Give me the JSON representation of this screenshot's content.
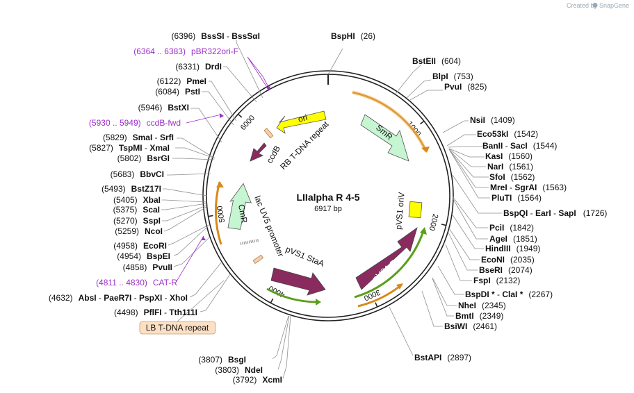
{
  "watermark": {
    "created_by": "Created by",
    "brand": "SnapGene"
  },
  "plasmid": {
    "name": "LIIalpha R 4-5",
    "size": "6917 bp"
  },
  "ticks": [
    {
      "bp": 1000,
      "label": "1000"
    },
    {
      "bp": 2000,
      "label": "2000"
    },
    {
      "bp": 3000,
      "label": "3000"
    },
    {
      "bp": 4000,
      "label": "4000"
    },
    {
      "bp": 5000,
      "label": "5000"
    },
    {
      "bp": 6000,
      "label": "6000"
    }
  ],
  "features": [
    {
      "name": "ori",
      "color": "#ffff00",
      "label": "ori"
    },
    {
      "name": "SmR",
      "color": "#c6f5d2",
      "label": "SmR"
    },
    {
      "name": "ccdB",
      "color": "#8a2b60",
      "label": "ccdB"
    },
    {
      "name": "RB T-DNA repeat",
      "color": "#f6d0a8",
      "label": "RB T-DNA repeat"
    },
    {
      "name": "CmR",
      "color": "#c6f5d2",
      "label": "CmR"
    },
    {
      "name": "lac UV5 promoter",
      "color": "#ffffff",
      "label": "lac UV5 promoter"
    },
    {
      "name": "pVS1 oriV",
      "color": "#ffff00",
      "label": "pVS1 oriV"
    },
    {
      "name": "pVS1 RepA",
      "color": "#8a2b60",
      "label": "pVS1 RepA"
    },
    {
      "name": "pVS1 StaA",
      "color": "#8a2b60",
      "label": "pVS1 StaA"
    },
    {
      "name": "LB T-DNA repeat",
      "color": "#f6d0a8",
      "label": "LB T-DNA repeat"
    }
  ],
  "sites": [
    {
      "name": "BspHI",
      "pos": "(26)"
    },
    {
      "name": "BstEII",
      "pos": "(604)"
    },
    {
      "name": "BlpI",
      "pos": "(753)"
    },
    {
      "name": "PvuI",
      "pos": "(825)"
    },
    {
      "name": "NsiI",
      "pos": "(1409)"
    },
    {
      "name": "Eco53kI",
      "pos": "(1542)"
    },
    {
      "name": "BanII",
      "name2": "SacI",
      "pos": "(1544)"
    },
    {
      "name": "KasI",
      "pos": "(1560)"
    },
    {
      "name": "NarI",
      "pos": "(1561)"
    },
    {
      "name": "SfoI",
      "pos": "(1562)"
    },
    {
      "name": "MreI",
      "name2": "SgrAI",
      "pos": "(1563)"
    },
    {
      "name": "PluTI",
      "pos": "(1564)"
    },
    {
      "name": "BspQI",
      "name2": "EarI",
      "name3": "SapI",
      "pos": "(1726)"
    },
    {
      "name": "PciI",
      "pos": "(1842)"
    },
    {
      "name": "AgeI",
      "pos": "(1851)"
    },
    {
      "name": "HindIII",
      "pos": "(1949)"
    },
    {
      "name": "EcoNI",
      "pos": "(2035)"
    },
    {
      "name": "BseRI",
      "pos": "(2074)"
    },
    {
      "name": "FspI",
      "pos": "(2132)"
    },
    {
      "name": "BspDI *",
      "name2": "ClaI *",
      "pos": "(2267)"
    },
    {
      "name": "NheI",
      "pos": "(2345)"
    },
    {
      "name": "BmtI",
      "pos": "(2349)"
    },
    {
      "name": "BsiWI",
      "pos": "(2461)"
    },
    {
      "name": "BstAPI",
      "pos": "(2897)"
    },
    {
      "name": "XcmI",
      "pos": "(3792)"
    },
    {
      "name": "NdeI",
      "pos": "(3803)"
    },
    {
      "name": "BsgI",
      "pos": "(3807)"
    },
    {
      "name": "PflFI",
      "name2": "Tth111I",
      "pos": "(4498)"
    },
    {
      "name": "AbsI",
      "name2": "PaeR7I",
      "name3": "PspXI",
      "name4": "XhoI",
      "pos": "(4632)"
    },
    {
      "name": "PvuII",
      "pos": "(4858)"
    },
    {
      "name": "BspEI",
      "pos": "(4954)"
    },
    {
      "name": "EcoRI",
      "pos": "(4958)"
    },
    {
      "name": "NcoI",
      "pos": "(5259)"
    },
    {
      "name": "SspI",
      "pos": "(5270)"
    },
    {
      "name": "ScaI",
      "pos": "(5375)"
    },
    {
      "name": "XbaI",
      "pos": "(5405)"
    },
    {
      "name": "BstZ17I",
      "pos": "(5493)"
    },
    {
      "name": "BbvCI",
      "pos": "(5683)"
    },
    {
      "name": "BsrGI",
      "pos": "(5802)"
    },
    {
      "name": "TspMI",
      "name2": "XmaI",
      "pos": "(5827)"
    },
    {
      "name": "SmaI",
      "name2": "SrfI",
      "pos": "(5829)"
    },
    {
      "name": "BstXI",
      "pos": "(5946)"
    },
    {
      "name": "PstI",
      "pos": "(6084)"
    },
    {
      "name": "PmeI",
      "pos": "(6122)"
    },
    {
      "name": "DrdI",
      "pos": "(6331)"
    },
    {
      "name": "BssSI",
      "name2": "BssSαI",
      "pos": "(6396)"
    }
  ],
  "primers": [
    {
      "name": "pBR322ori-F",
      "range": "(6364 .. 6383)"
    },
    {
      "name": "ccdB-fwd",
      "range": "(5930 .. 5949)"
    },
    {
      "name": "CAT-R",
      "range": "(4811 .. 4830)"
    }
  ]
}
